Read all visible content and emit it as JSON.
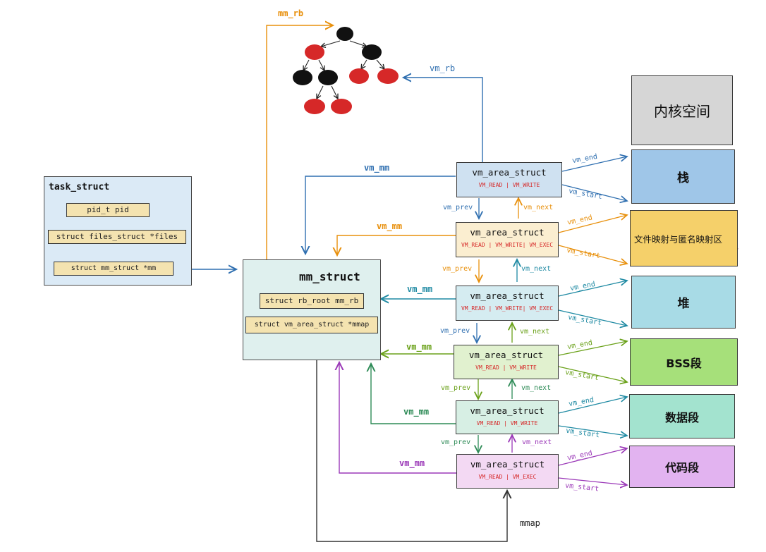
{
  "task_struct": {
    "title": "task_struct",
    "fields": [
      "pid_t  pid",
      "struct files_struct *files",
      "struct mm_struct    *mm"
    ]
  },
  "mm_struct": {
    "title": "mm_struct",
    "fields": [
      "struct rb_root mm_rb",
      "struct vm_area_struct *mmap"
    ]
  },
  "vmas": [
    {
      "name": "vm_area_struct",
      "flags": "VM_READ | VM_WRITE"
    },
    {
      "name": "vm_area_struct",
      "flags": "VM_READ | VM_WRITE| VM_EXEC"
    },
    {
      "name": "vm_area_struct",
      "flags": "VM_READ | VM_WRITE| VM_EXEC"
    },
    {
      "name": "vm_area_struct",
      "flags": "VM_READ | VM_WRITE"
    },
    {
      "name": "vm_area_struct",
      "flags": "VM_READ | VM_WRITE"
    },
    {
      "name": "vm_area_struct",
      "flags": "VM_READ | VM_EXEC"
    }
  ],
  "segments": [
    "内核空间",
    "栈",
    "文件映射与匿名映射区",
    "堆",
    "BSS段",
    "数据段",
    "代码段"
  ],
  "labels": {
    "mm_rb_top": "mm_rb",
    "vm_rb": "vm_rb",
    "vm_mm": "vm_mm",
    "vm_prev": "vm_prev",
    "vm_next": "vm_next",
    "vm_end": "vm_end",
    "vm_start": "vm_start",
    "mmap": "mmap"
  },
  "colors": {
    "task_fill": "#dbeaf6",
    "mm_fill": "#dff0ee",
    "field_fill": "#f4e3b0",
    "blue": "#2f6fb0",
    "orange": "#e8900c",
    "teal": "#1f8aa3",
    "olive": "#6aa119",
    "green": "#2e8b57",
    "purple": "#9b39b8",
    "red_flag": "#d62828",
    "kernel": "#d6d6d6",
    "stack": "#9fc6e8",
    "filemap": "#f5d06a",
    "heap": "#a8dbe6",
    "bss": "#a6e07a",
    "data": "#a3e3cf",
    "code": "#e2b3f0"
  }
}
